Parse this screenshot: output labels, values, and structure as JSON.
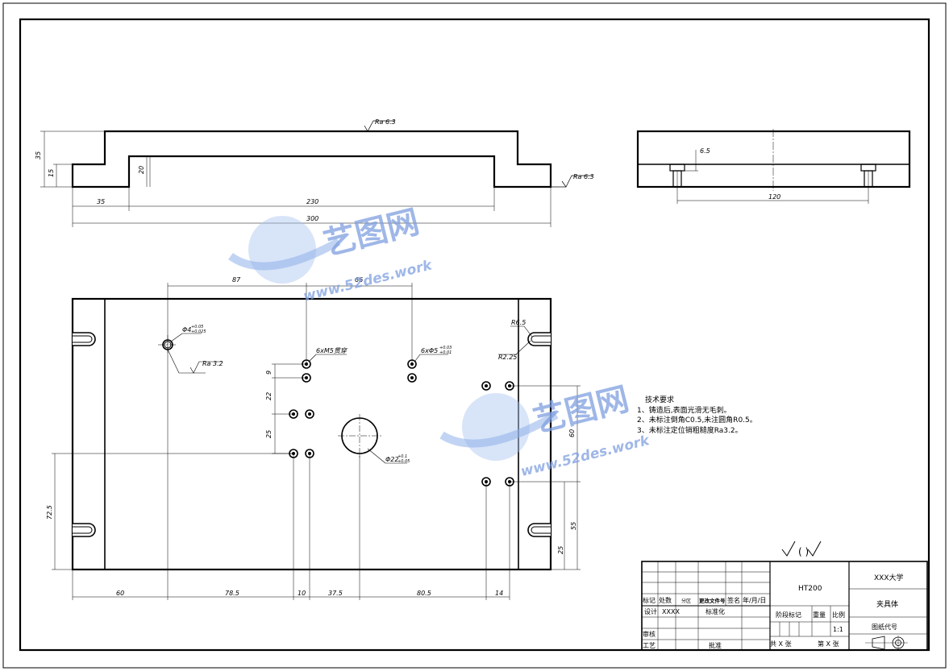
{
  "side_view": {
    "surface_top": "Ra 6.3",
    "surface_right": "Ra 6.3",
    "dims": {
      "d35_left": "35",
      "d15": "15",
      "d20": "20",
      "d35_bottom": "35",
      "d230": "230",
      "d300": "300"
    }
  },
  "end_view": {
    "dims": {
      "d6_5": "6.5",
      "d120": "120"
    }
  },
  "plan_view": {
    "dims": {
      "d87": "87",
      "d66": "66",
      "d9": "9",
      "d22": "22",
      "d25": "25",
      "d72_5": "72.5",
      "d60_right": "60",
      "d55": "55",
      "d25_right": "25",
      "b60": "60",
      "b78_5": "78.5",
      "b10": "10",
      "b37_5": "37.5",
      "b80_5": "80.5",
      "b14": "14"
    },
    "callouts": {
      "phi_hole": "Φ4",
      "phi_hole_tol": "+0.05\n+0.025",
      "ra3_2": "Ra 3.2",
      "m5": "6xM5贯穿",
      "m5_tol": "6xΦ5",
      "m5_tol2": "+0.03\n+0.01",
      "r6_5": "R6.5",
      "r2_25": "R2.25",
      "big_hole": "Φ22",
      "big_hole_tol": "+0.1\n+0.05"
    }
  },
  "tech_requirements": {
    "title": "技术要求",
    "items": [
      "1、铸造后,表面光滑无毛刺。",
      "2、未标注倒角C0.5,未注圆角R0.5。",
      "3、未标注定位销粗糙度Ra3.2。"
    ]
  },
  "roughness_symbol": "( )",
  "title_block": {
    "material": "HT200",
    "school": "XXX大学",
    "part_name": "夹具体",
    "drawing_no_label": "图纸代号",
    "headers": [
      "标记",
      "处数",
      "分区",
      "更改文件号",
      "签名",
      "年/月/日"
    ],
    "design_label": "设计",
    "design_name": "XXXX",
    "standardize_label": "标准化",
    "stage_mark": "阶段标记",
    "weight": "重量",
    "scale": "比例",
    "scale_value": "1:1",
    "review_label": "审核",
    "process_label": "工艺",
    "approve_label": "批准",
    "total_sheets": "共 X 张",
    "sheet_no": "第 X 张"
  },
  "watermark": {
    "cn": "艺图网",
    "url": "www.52des.work"
  }
}
